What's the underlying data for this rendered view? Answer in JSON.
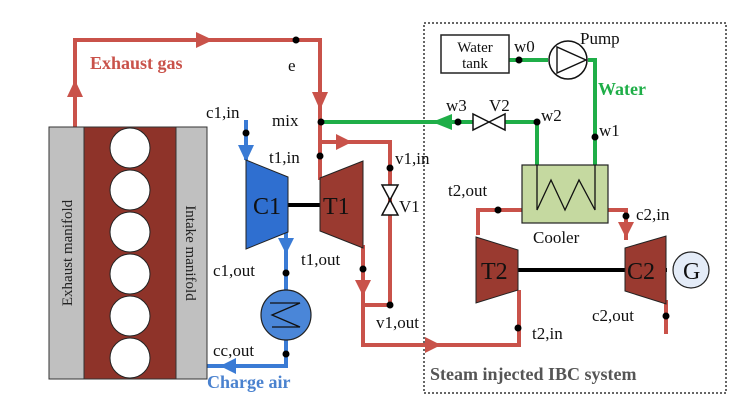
{
  "diagram": {
    "title": "Steam injected IBC system",
    "colors": {
      "exhaust": "#c9524a",
      "water": "#1fae48",
      "air": "#3a7bd5",
      "turbine": "#9a3a30",
      "compressor_c1": "#2f6fd0",
      "cooler": "#c5d9a0",
      "manifold": "#c0c0c0",
      "engine_block": "#8e3329",
      "generator": "#e4ecf8"
    },
    "flows": {
      "exhaust_gas": "Exhaust gas",
      "water": "Water",
      "charge_air": "Charge air"
    },
    "engine": {
      "exhaust_manifold": "Exhaust manifold",
      "intake_manifold": "Intake manifold",
      "cylinders": 6
    },
    "components": {
      "c1": "C1",
      "t1": "T1",
      "t2": "T2",
      "c2": "C2",
      "generator": "G",
      "valve1": "V1",
      "valve2": "V2",
      "pump": "Pump",
      "cooler": "Cooler",
      "water_tank_line1": "Water",
      "water_tank_line2": "tank"
    },
    "states": {
      "e": "e",
      "mix": "mix",
      "c1_in": "c1,in",
      "t1_in": "t1,in",
      "t1_out": "t1,out",
      "c1_out": "c1,out",
      "cc_out": "cc,out",
      "v1_in": "v1,in",
      "v1_out": "v1,out",
      "t2_in": "t2,in",
      "t2_out": "t2,out",
      "c2_in": "c2,in",
      "c2_out": "c2,out",
      "w0": "w0",
      "w1": "w1",
      "w2": "w2",
      "w3": "w3"
    }
  }
}
